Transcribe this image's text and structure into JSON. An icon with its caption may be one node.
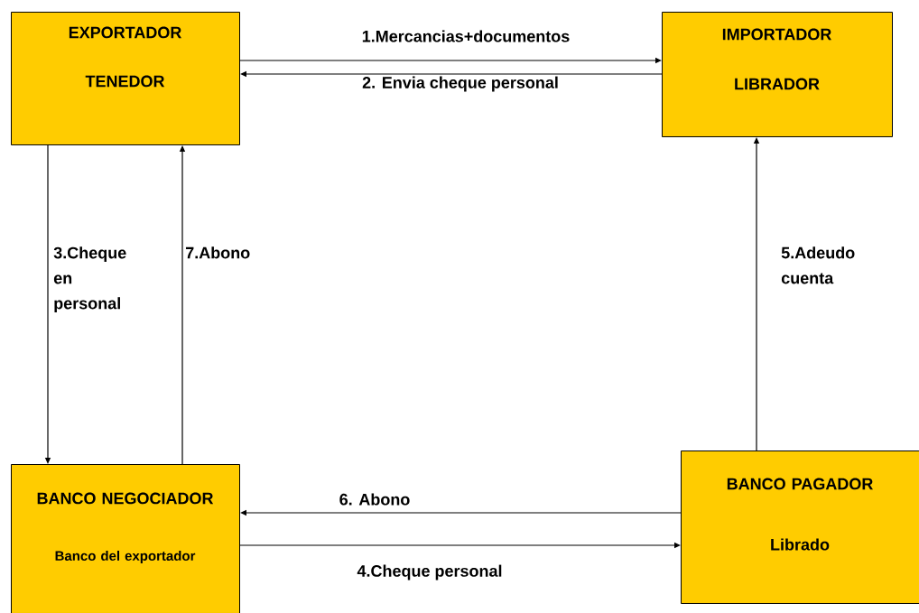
{
  "diagram": {
    "nodes": [
      {
        "text": [
          "EXPORTADOR",
          "TENEDOR"
        ]
      },
      {
        "text": [
          "IMPORTADOR",
          "LIBRADOR"
        ]
      },
      {
        "text": [
          "BANCO NEGOCIADOR",
          "Banco del exportador"
        ]
      },
      {
        "text": [
          "BANCO PAGADOR",
          "Librado"
        ]
      }
    ],
    "edges": [
      {
        "from": 0,
        "to": 1,
        "arrow": "to",
        "label": "1.Mercancias+documentos"
      },
      {
        "from": 1,
        "to": 0,
        "arrow": "to",
        "label": "2. Envia cheque personal"
      },
      {
        "from": 0,
        "to": 2,
        "arrow": "to",
        "label": "3.Cheque en personal"
      },
      {
        "from": 2,
        "to": 3,
        "arrow": "to",
        "label": "4.Cheque personal"
      },
      {
        "from": 3,
        "to": 1,
        "arrow": "to",
        "label": "5.Adeudo cuenta"
      },
      {
        "from": 3,
        "to": 2,
        "arrow": "to",
        "label": "6. Abono"
      },
      {
        "from": 2,
        "to": 0,
        "arrow": "to",
        "label": "7.Abono"
      }
    ]
  }
}
